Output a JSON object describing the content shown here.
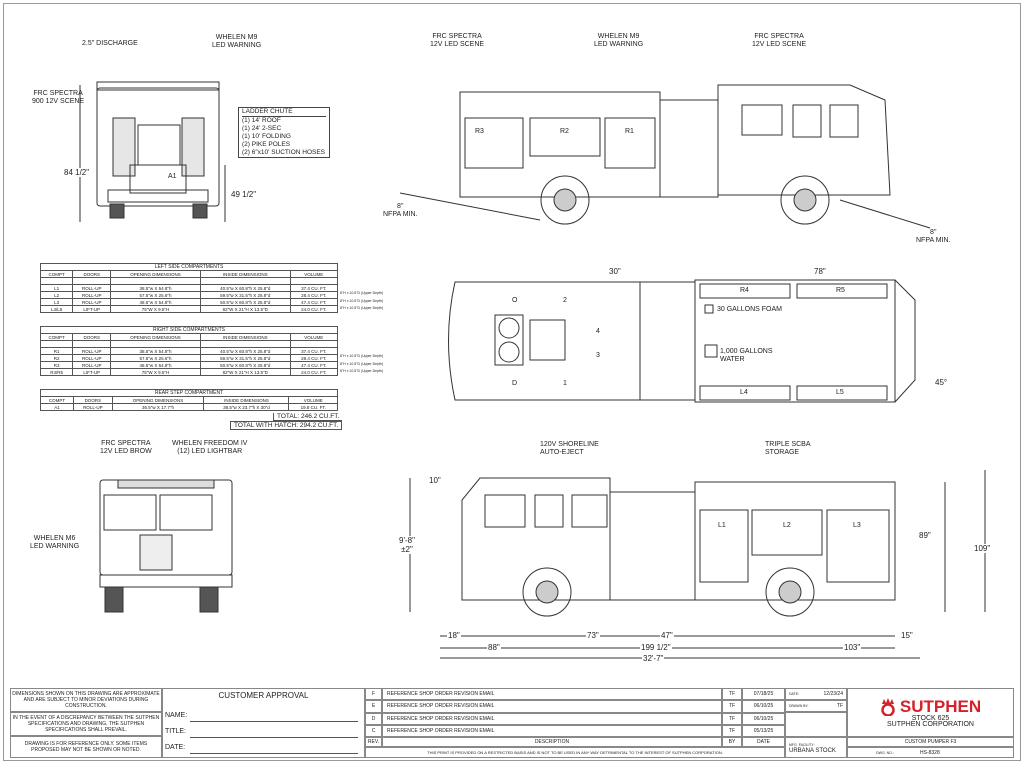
{
  "callouts": {
    "rear_discharge": "2.5\" DISCHARGE",
    "rear_whelen": [
      "WHELEN M9",
      "LED WARNING"
    ],
    "rear_frc": [
      "FRC SPECTRA",
      "900 12V SCENE"
    ],
    "ladder_chute": [
      "LADDER CHUTE",
      "(1) 14' ROOF",
      "(1) 24' 2-SEC",
      "(1) 10' FOLDING",
      "(2) PIKE POLES",
      "(2) 6\"x10' SUCTION HOSES"
    ],
    "rear_height": "84 1/2\"",
    "rear_step": "49 1/2\"",
    "side_frc1": [
      "FRC SPECTRA",
      "12V LED SCENE"
    ],
    "side_whelen": [
      "WHELEN M9",
      "LED WARNING"
    ],
    "side_frc2": [
      "FRC SPECTRA",
      "12V LED SCENE"
    ],
    "nfpa_rear": [
      "8\"",
      "NFPA MIN."
    ],
    "nfpa_front": [
      "8\"",
      "NFPA MIN."
    ],
    "top_30": "30\"",
    "top_78": "78\"",
    "top_45": "45°",
    "foam": "30 GALLONS FOAM",
    "water": [
      "1,000 GALLONS",
      "WATER"
    ],
    "compartments_top": [
      "R4",
      "R5",
      "L4",
      "L5"
    ],
    "seats": [
      "O",
      "2",
      "4",
      "3",
      "D",
      "1"
    ],
    "side_compts": [
      "R3",
      "R2",
      "R1"
    ],
    "left_compts": [
      "L1",
      "L2",
      "L3"
    ],
    "rear_compt": "A1",
    "front_frc": [
      "FRC SPECTRA",
      "12V LED BROW"
    ],
    "front_lightbar": [
      "WHELEN FREEDOM IV",
      "(12) LED LIGHTBAR"
    ],
    "front_m6": [
      "WHELEN M6",
      "LED WARNING"
    ],
    "shoreline": [
      "120V SHORELINE",
      "AUTO-EJECT"
    ],
    "scba": [
      "TRIPLE SCBA",
      "STORAGE"
    ],
    "dims": {
      "d10": "10\"",
      "d98": "9'-8\"",
      "d98b": "±2\"",
      "d89": "89\"",
      "d109": "109\"",
      "d18": "18\"",
      "d73": "73\"",
      "d47": "47\"",
      "d15": "15\"",
      "d88": "88\"",
      "d199": "199 1/2\"",
      "d103": "103\"",
      "d327": "32'-7\""
    }
  },
  "tables": {
    "headers": [
      "COMPT",
      "DOORS",
      "OPENING DIMENSIONS",
      "INSIDE DIMENSIONS",
      "VOLUME"
    ],
    "left": {
      "title": "LEFT SIDE COMPARTMENTS",
      "rows": [
        [
          "L1",
          "ROLL-UP",
          "38.5\"w X 54.8\"h",
          "40.5\"w X 60.8\"h X 25.8\"d",
          "37.4 CU. FT."
        ],
        [
          "L2",
          "ROLL-UP",
          "57.5\"w X 25.6\"h",
          "59.5\"w X 31.5\"h X 25.8\"d",
          "28.4 CU. FT."
        ],
        [
          "L3",
          "ROLL-UP",
          "48.5\"w X 54.8\"h",
          "50.5\"w X 60.8\"h X 25.8\"d",
          "47.4 CU. FT."
        ],
        [
          "L4/L5",
          "LIFT-UP",
          "75\"W X 9.5\"H",
          "82\"W X 21\"H X 13.5\"D",
          "24.0 CU. FT."
        ]
      ],
      "notes": [
        "8\"H x 10.5\"D (Upper Depth)",
        "8\"H x 10.5\"D (Upper Depth)",
        "8\"H x 10.5\"D (Upper Depth)"
      ]
    },
    "right": {
      "title": "RIGHT SIDE COMPARTMENTS",
      "rows": [
        [
          "R1",
          "ROLL-UP",
          "38.5\"w X 54.8\"h",
          "40.5\"w X 60.8\"h X 25.8\"d",
          "37.4 CU. FT."
        ],
        [
          "R2",
          "ROLL-UP",
          "57.5\"w X 25.6\"h",
          "59.5\"w X 31.5\"h X 25.8\"d",
          "28.4 CU. FT."
        ],
        [
          "R3",
          "ROLL-UP",
          "48.5\"w X 54.8\"h",
          "50.5\"w X 60.8\"h X 25.8\"d",
          "47.4 CU. FT."
        ],
        [
          "R4/R5",
          "LIFT-UP",
          "75\"W X 9.5\"H",
          "82\"W X 21\"H X 13.5\"D",
          "24.0 CU. FT."
        ]
      ],
      "notes": [
        "8\"H x 10.5\"D (Upper Depth)",
        "8\"H x 10.5\"D (Upper Depth)",
        "8\"H x 10.5\"D (Upper Depth)"
      ]
    },
    "rear": {
      "title": "REAR STEP COMPARTMENT",
      "rows": [
        [
          "A1",
          "ROLL-UP",
          "36.5\"w X 17.7\"h",
          "38.5\"w X 23.7\"h X 30\"d",
          "19.8 CU. FT."
        ]
      ]
    },
    "total_label": "TOTAL:",
    "total": "246.2 CU.FT.",
    "total_hatch_label": "TOTAL WITH HATCH:",
    "total_hatch": "294.2 CU.FT."
  },
  "title_block": {
    "notes": [
      "DIMENSIONS SHOWN ON THIS DRAWING ARE APPROXIMATE AND ARE SUBJECT TO MINOR DEVIATIONS DURING CONSTRUCTION.",
      "IN THE EVENT OF A DISCREPANCY BETWEEN THE SUTPHEN SPECIFICATIONS AND DRAWING, THE SUTPHEN SPECIFICATIONS SHALL PREVAIL.",
      "DRAWING IS FOR REFERENCE ONLY. SOME ITEMS PROPOSED MAY NOT BE SHOWN OR NOTED."
    ],
    "approval": "CUSTOMER APPROVAL",
    "name": "NAME:",
    "title": "TITLE:",
    "date": "DATE:",
    "revisions": [
      {
        "rev": "F",
        "desc": "REFERENCE SHOP ORDER REVISION EMAIL",
        "by": "TF",
        "date": "07/18/25"
      },
      {
        "rev": "E",
        "desc": "REFERENCE SHOP ORDER REVISION EMAIL",
        "by": "TF",
        "date": "06/10/25"
      },
      {
        "rev": "D",
        "desc": "REFERENCE SHOP ORDER REVISION EMAIL",
        "by": "TF",
        "date": "06/10/25"
      },
      {
        "rev": "C",
        "desc": "REFERENCE SHOP ORDER REVISION EMAIL",
        "by": "TF",
        "date": "05/13/25"
      }
    ],
    "rev_h": "REV.",
    "desc_h": "DESCRIPTION",
    "by_h": "BY",
    "date_h": "DATE",
    "disclaimer": "THIS PRINT IS PROVIDED ON A RESTRICTED BASIS AND IS NOT TO BE USED IN ANY WAY DETRIMENTAL TO THE INTEREST OF SUTPHEN CORPORATION.",
    "date_label": "DATE:",
    "date_value": "12/23/24",
    "drawn_label": "DRAWN BY:",
    "drawn_value": "TF",
    "mfg_label": "MFG. FACILITY:",
    "mfg_value": "URBANA STOCK",
    "logo": "SUTPHEN",
    "stock": "STOCK 625",
    "company": "SUTPHEN CORPORATION",
    "model": "CUSTOM PUMPER F3",
    "dwg_label": "DWG. NO.:",
    "dwg_value": "HS-8328",
    "brand_color": "#d6202a"
  }
}
